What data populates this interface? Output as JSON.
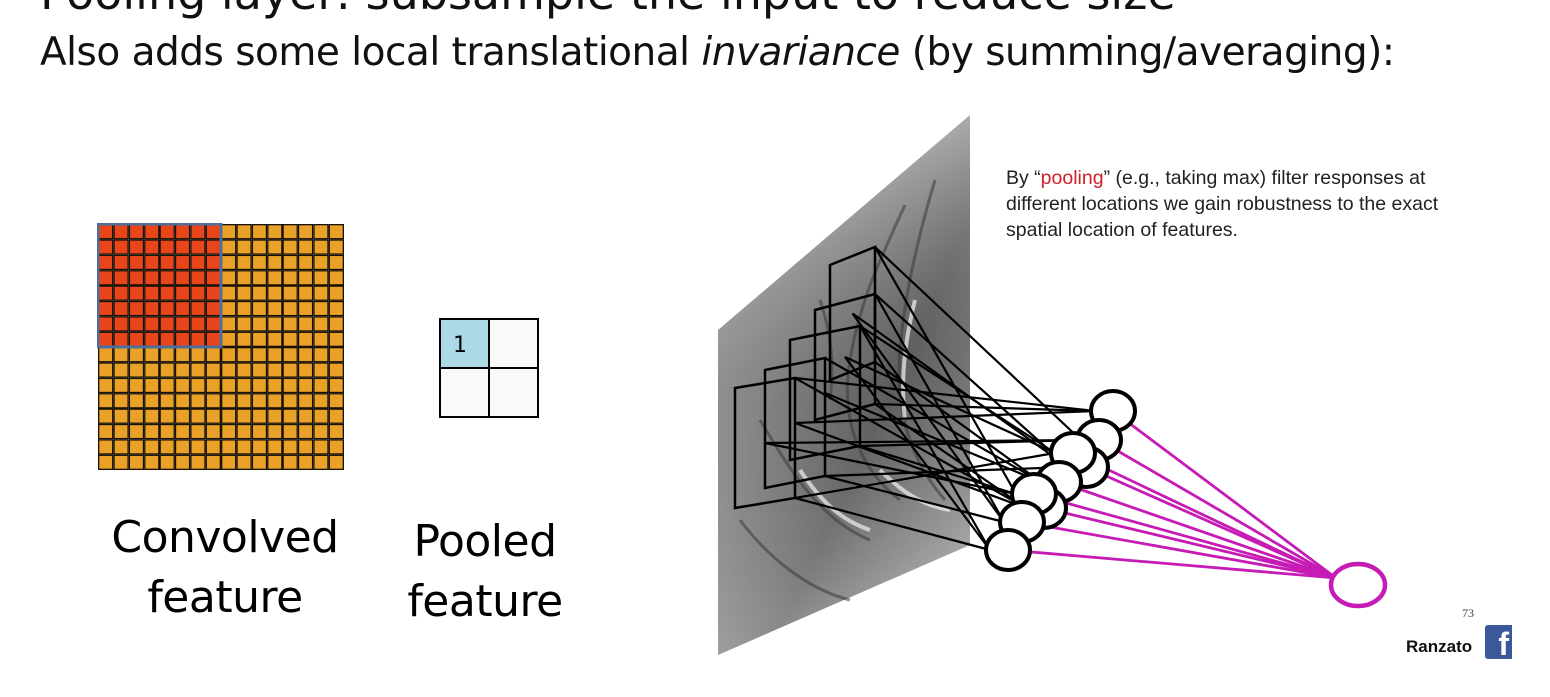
{
  "slide": {
    "heading": "Pooling layer: subsample the input to reduce size",
    "subtitle_pre": "Also adds some local translational ",
    "subtitle_em": "invariance",
    "subtitle_post": " (by summing/averaging):"
  },
  "convolved": {
    "caption_line1": "Convolved",
    "caption_line2": "feature",
    "grid_cells": 16,
    "highlight_cells": 8,
    "cell_color": "#E9A227",
    "highlight_color": "#E9451B",
    "highlight_border": "#4F6E9C"
  },
  "pooled": {
    "caption_line1": "Pooled",
    "caption_line2": "feature",
    "cell_value": "1",
    "filled_color": "#ADD8E6",
    "empty_color": "#FAFAF8"
  },
  "network": {
    "note_pre": "By “",
    "note_highlight": "pooling",
    "note_post": "” (e.g., taking max) filter responses at different locations we gain robustness to the exact spatial location of features.",
    "pool_color": "#C61BB5",
    "page_number": "73",
    "author": "Ranzato",
    "logo_glyph": "f"
  }
}
